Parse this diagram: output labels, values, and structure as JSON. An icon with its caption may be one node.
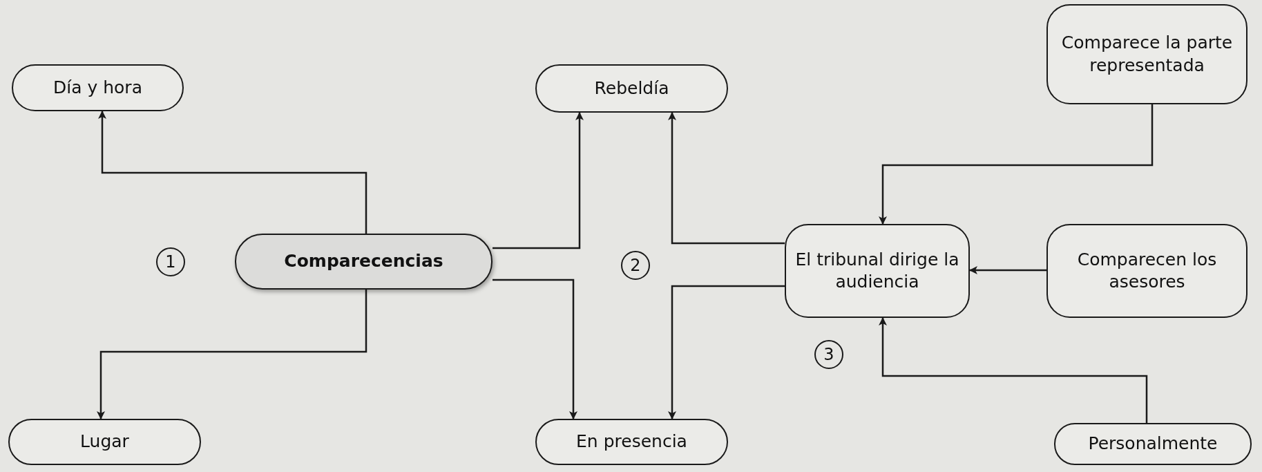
{
  "diagram": {
    "nodes": [
      {
        "text": [
          "Día y hora"
        ]
      },
      {
        "text": [
          "Comparecencias"
        ]
      },
      {
        "text": [
          "Lugar"
        ]
      },
      {
        "text": [
          "Rebeldía"
        ]
      },
      {
        "text": [
          "En presencia"
        ]
      },
      {
        "text": [
          "El tribunal dirige la audiencia"
        ]
      },
      {
        "text": [
          "Comparece la parte representada"
        ]
      },
      {
        "text": [
          "Comparecen los asesores"
        ]
      },
      {
        "text": [
          "Personalmente"
        ]
      }
    ],
    "edges": [
      {
        "from": 1,
        "to": 0,
        "arrow": "to"
      },
      {
        "from": 1,
        "to": 2,
        "arrow": "to"
      },
      {
        "from": 1,
        "to": 3,
        "arrow": "to"
      },
      {
        "from": 1,
        "to": 4,
        "arrow": "to"
      },
      {
        "from": 5,
        "to": 3,
        "arrow": "to"
      },
      {
        "from": 5,
        "to": 4,
        "arrow": "to"
      },
      {
        "from": 6,
        "to": 5,
        "arrow": "to"
      },
      {
        "from": 7,
        "to": 5,
        "arrow": "to"
      },
      {
        "from": 8,
        "to": 5,
        "arrow": "to"
      }
    ],
    "labels": [
      "1",
      "2",
      "3"
    ]
  }
}
